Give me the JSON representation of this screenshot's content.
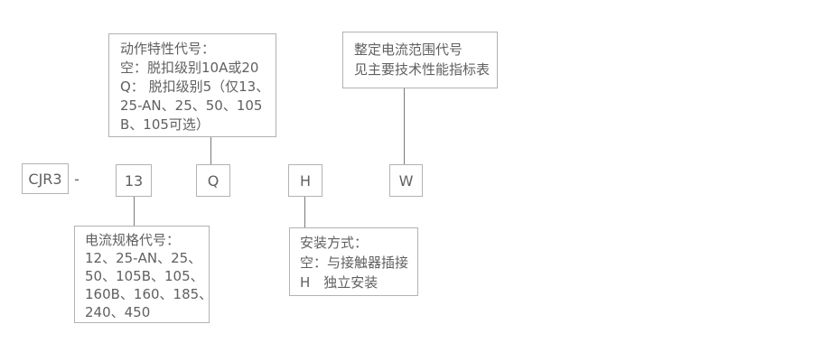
{
  "diagram": {
    "title_meaning": "CJR3 model designation diagram",
    "colors": {
      "background": "#ffffff",
      "box_border": "#b2b2b2",
      "text": "#606060",
      "connector_line": "#7a7a7a"
    }
  },
  "codes": {
    "model": "CJR3",
    "separator": "-",
    "current_spec": "13",
    "action_characteristic": "Q",
    "mounting": "H",
    "current_range": "W"
  },
  "callouts": {
    "action": {
      "lines": [
        "动作特性代号：",
        "空：脱扣级别10A或20",
        "Q： 脱扣级别5（仅13、",
        "25-AN、25、50、105",
        "B、105可选）"
      ]
    },
    "range": {
      "lines": [
        "整定电流范围代号",
        "见主要技术性能指标表"
      ]
    },
    "current": {
      "lines": [
        "电流规格代号：",
        "12、25-AN、25、",
        "50、105B、105、",
        "160B、160、185、",
        "240、450"
      ]
    },
    "mount": {
      "lines": [
        "安装方式：",
        "空：与接触器插接",
        "H　独立安装"
      ]
    }
  }
}
